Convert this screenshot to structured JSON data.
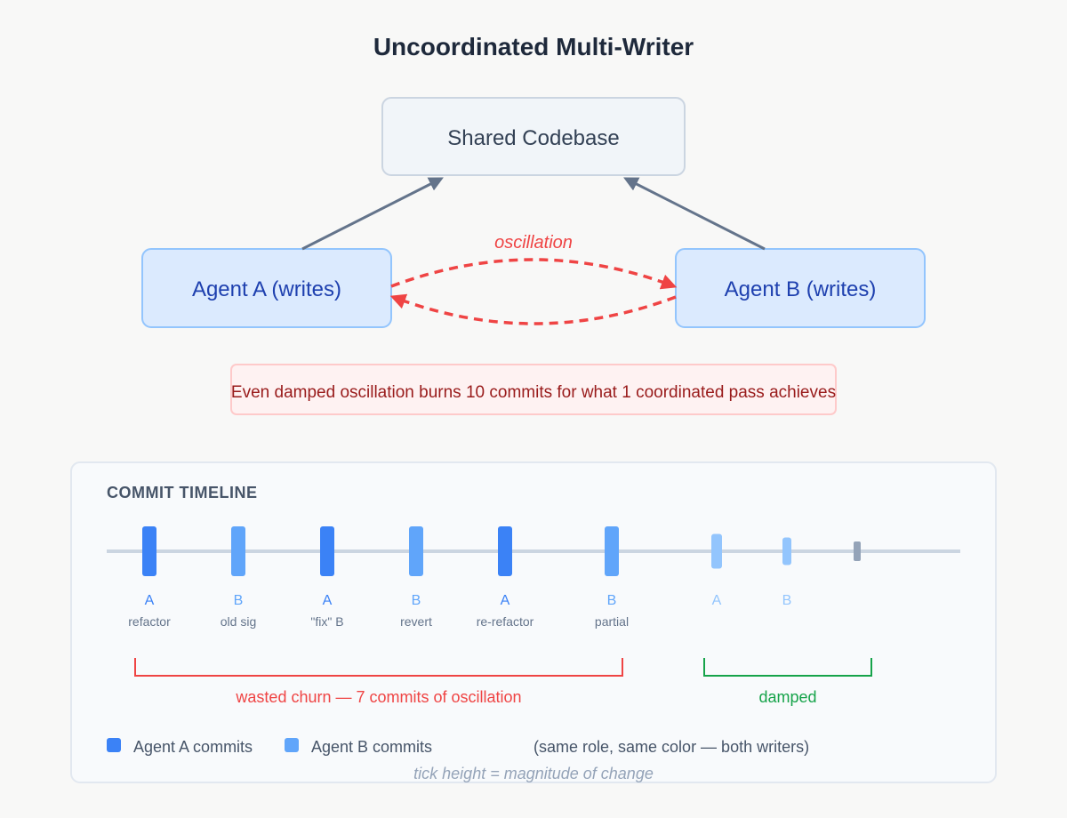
{
  "title": "Uncoordinated Multi-Writer",
  "nodes": {
    "codebase": "Shared Codebase",
    "agent_a": "Agent A (writes)",
    "agent_b": "Agent B (writes)"
  },
  "oscillation_label": "oscillation",
  "warning": "Even damped oscillation burns 10 commits for what 1 coordinated pass achieves",
  "timeline": {
    "title": "COMMIT TIMELINE",
    "commits": [
      {
        "agent": "A",
        "label": "refactor",
        "magnitude": 1.0
      },
      {
        "agent": "B",
        "label": "old sig",
        "magnitude": 1.0
      },
      {
        "agent": "A",
        "label": "\"fix\" B",
        "magnitude": 1.0
      },
      {
        "agent": "B",
        "label": "revert",
        "magnitude": 1.0
      },
      {
        "agent": "A",
        "label": "re-refactor",
        "magnitude": 1.0
      },
      {
        "agent": "B",
        "label": "partial",
        "magnitude": 1.0
      },
      {
        "agent": "A",
        "label": "",
        "magnitude": 0.7,
        "faded": true
      },
      {
        "agent": "B",
        "label": "",
        "magnitude": 0.55,
        "faded": true
      },
      {
        "agent": "",
        "label": "",
        "magnitude": 0.4,
        "settled": true
      }
    ],
    "churn_label": "wasted churn — 7 commits of oscillation",
    "damped_label": "damped",
    "legend": {
      "agent_a": "Agent A commits",
      "agent_b": "Agent B commits",
      "note": "(same role, same color — both writers)"
    },
    "caption": "tick height = magnitude of change"
  },
  "colors": {
    "agent_a": "#3b82f6",
    "agent_b": "#60a5fa",
    "faded": "#93c5fd",
    "settled": "#94a3b8",
    "oscillation": "#ef4444",
    "damped": "#16a34a",
    "arrow": "#64748b"
  }
}
